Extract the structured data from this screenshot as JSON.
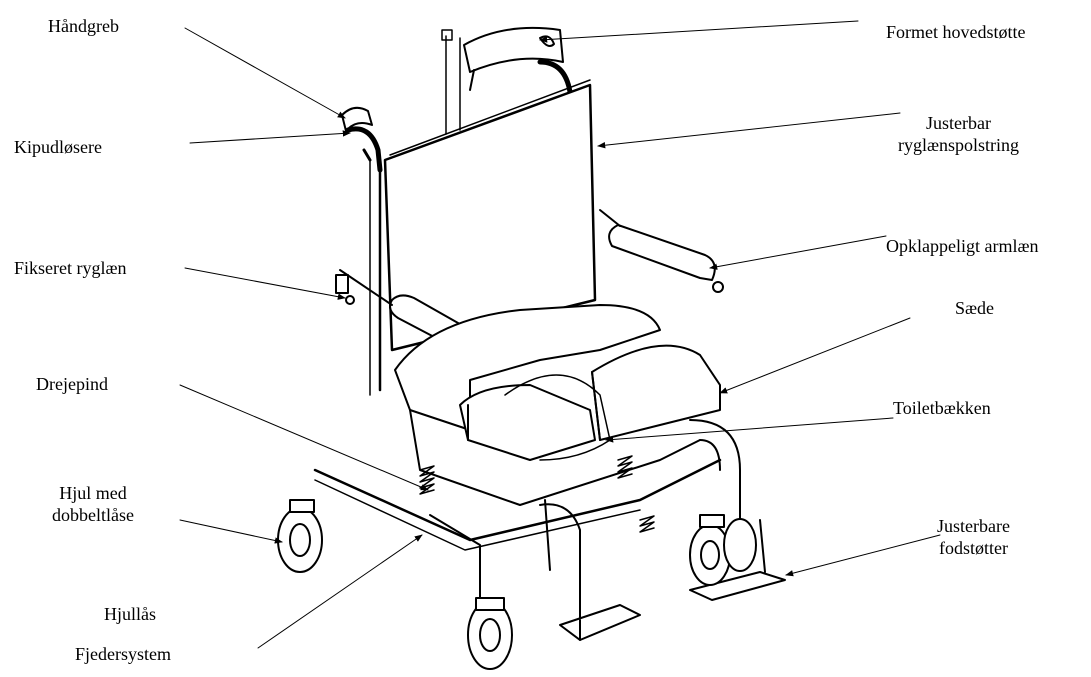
{
  "labels": {
    "handgreb": "Håndgreb",
    "kipudlosere": "Kipudløsere",
    "fikseret_ryglaen": "Fikseret ryglæn",
    "drejepind": "Drejepind",
    "hjul_line1": "Hjul med",
    "hjul_line2": "dobbeltlåse",
    "hjullas": "Hjullås",
    "fjedersystem": "Fjedersystem",
    "formet_hovedstotte": "Formet hovedstøtte",
    "justerbar_line1": "Justerbar",
    "justerbar_line2": "ryglænspolstring",
    "opklappeligt_armlaen": "Opklappeligt armlæn",
    "saede": "Sæde",
    "toiletbakken": "Toiletbækken",
    "fodstotter_line1": "Justerbare",
    "fodstotter_line2": "fodstøtter"
  },
  "colors": {
    "line": "#000000",
    "background": "#ffffff"
  }
}
